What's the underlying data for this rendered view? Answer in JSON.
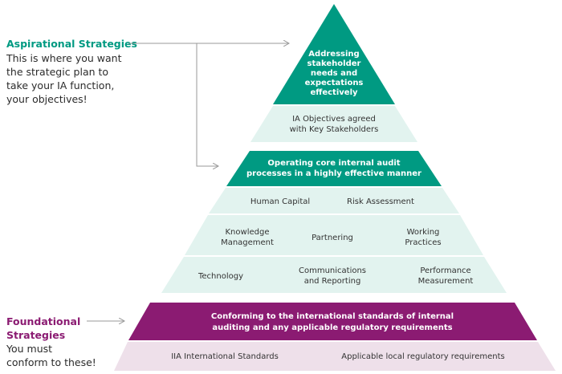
{
  "colors": {
    "teal": "#009a82",
    "light_teal": "#e2f3ef",
    "purple": "#8b1b72",
    "light_purple": "#eee0ea",
    "arrow": "#9a9a9a"
  },
  "aspirational": {
    "heading": "Aspirational Strategies",
    "body": [
      "This is where you want",
      "the strategic plan to",
      "take your IA function,",
      "your objectives!"
    ]
  },
  "foundational": {
    "heading": [
      "Foundational",
      "Strategies"
    ],
    "body": [
      "You must",
      "conform to these!"
    ]
  },
  "pyramid": {
    "apex": [
      "Addressing",
      "stakeholder",
      "needs and",
      "expectations",
      "effectively"
    ],
    "objectives": [
      "IA Objectives agreed",
      "with Key Stakeholders"
    ],
    "core": [
      "Operating core internal audit",
      "processes in a highly effective manner"
    ],
    "row1": {
      "left": "Human Capital",
      "right": "Risk Assessment"
    },
    "row2": {
      "left": [
        "Knowledge",
        "Management"
      ],
      "center": "Partnering",
      "right": [
        "Working",
        "Practices"
      ]
    },
    "row3": {
      "left": "Technology",
      "center": [
        "Communications",
        "and Reporting"
      ],
      "right": [
        "Performance",
        "Measurement"
      ]
    },
    "conform": [
      "Conforming to the international standards of internal",
      "auditing and any applicable regulatory requirements"
    ],
    "base": {
      "left": "IIA International Standards",
      "right": "Applicable local regulatory requirements"
    }
  }
}
